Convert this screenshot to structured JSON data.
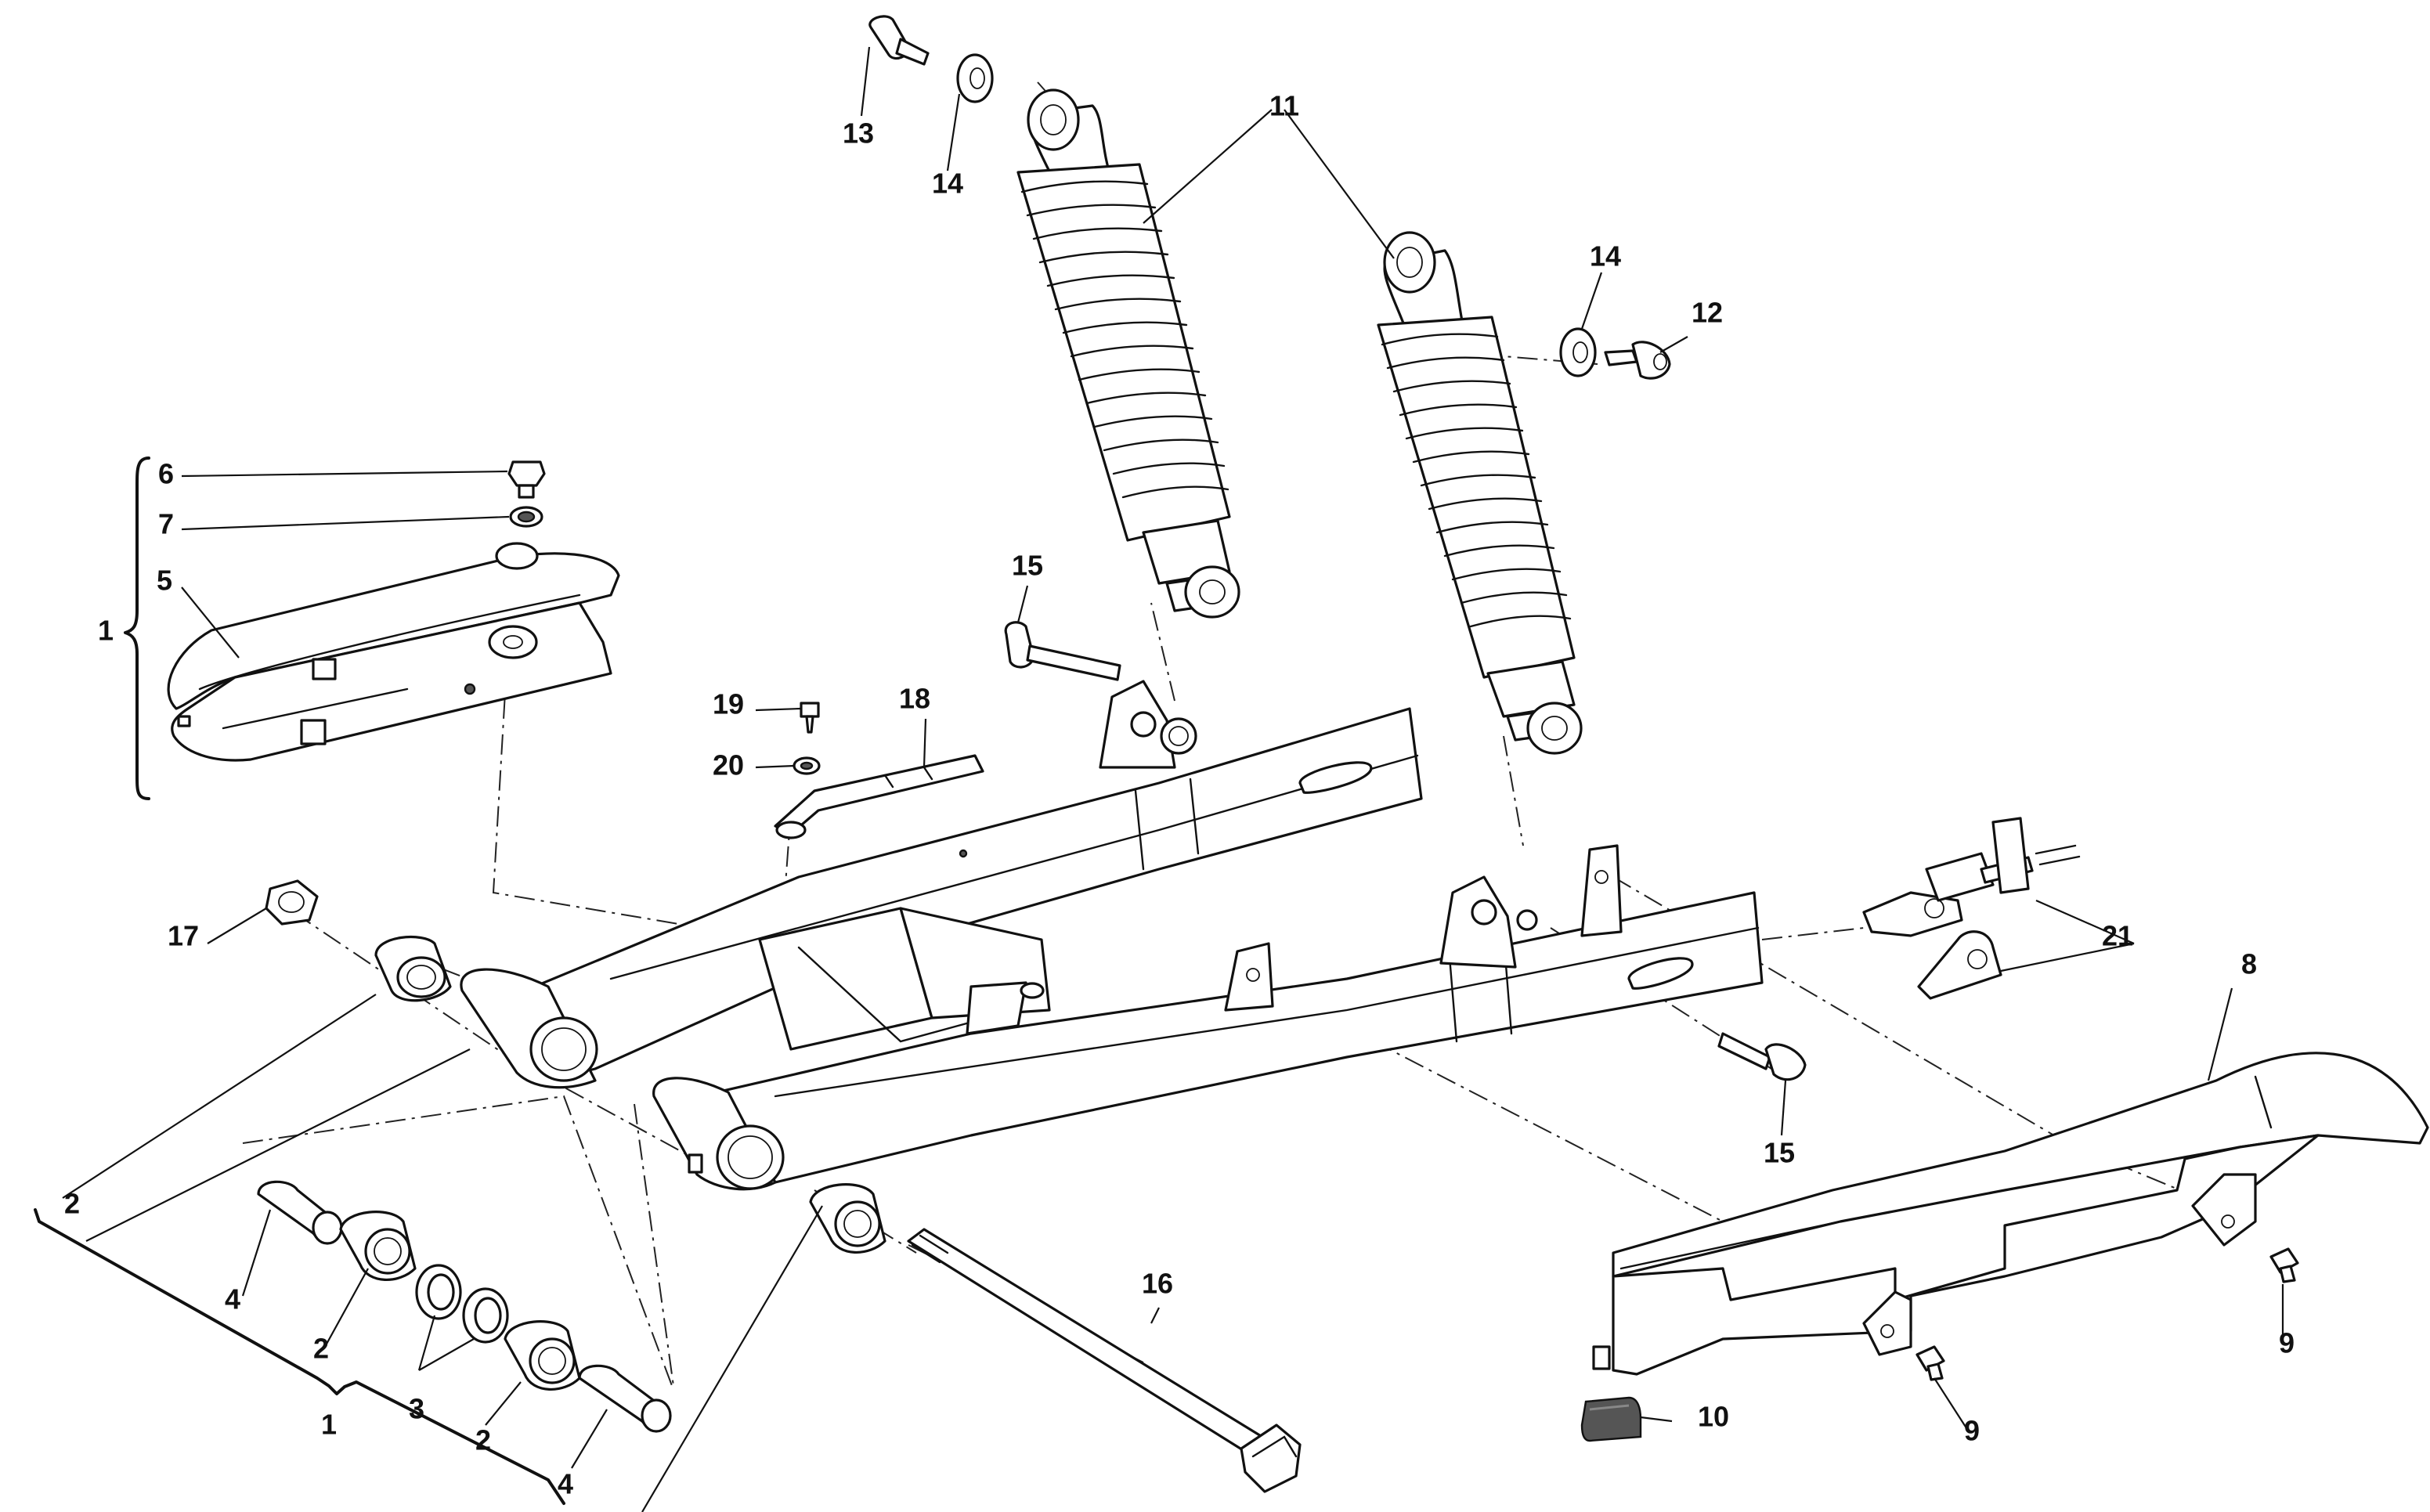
{
  "callouts": {
    "c1_brace": "1",
    "c1_bottom": "1",
    "c2_left": "2",
    "c2_mid": "2",
    "c2_low": "2",
    "c3": "3",
    "c4_a": "4",
    "c4_b": "4",
    "c5": "5",
    "c6": "6",
    "c7": "7",
    "c8": "8",
    "c9_a": "9",
    "c9_b": "9",
    "c10": "10",
    "c11": "11",
    "c12": "12",
    "c13": "13",
    "c14_a": "14",
    "c14_b": "14",
    "c15_a": "15",
    "c15_b": "15",
    "c16": "16",
    "c17": "17",
    "c18": "18",
    "c19": "19",
    "c20": "20",
    "c21": "21"
  },
  "parts": [
    "swingarm",
    "shock-absorber-left",
    "shock-absorber-right",
    "chain-guide-slider",
    "chain-guard",
    "swingarm-pivot-shaft",
    "chain-adjuster",
    "brake-hose-bracket"
  ]
}
